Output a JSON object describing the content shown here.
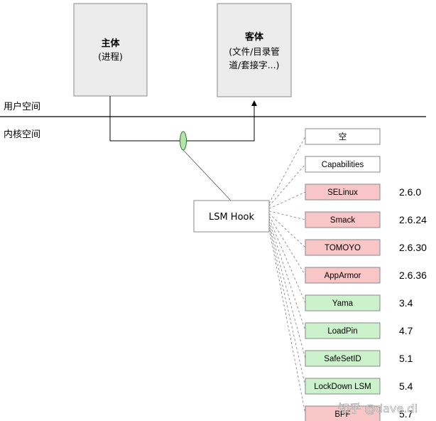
{
  "subject": {
    "title": "主体",
    "sub": "(进程)"
  },
  "object": {
    "title": "客体",
    "sub_lines": [
      "(文件/目录管",
      "道/套接字...)"
    ]
  },
  "regions": {
    "user": "用户空间",
    "kernel": "内核空间"
  },
  "hook": {
    "label": "LSM Hook"
  },
  "modules": [
    {
      "name": "空",
      "status": "none",
      "version": ""
    },
    {
      "name": "Capabilities",
      "status": "none",
      "version": ""
    },
    {
      "name": "SELinux",
      "status": "major",
      "version": "2.6.0"
    },
    {
      "name": "Smack",
      "status": "major",
      "version": "2.6.24"
    },
    {
      "name": "TOMOYO",
      "status": "major",
      "version": "2.6.30"
    },
    {
      "name": "AppArmor",
      "status": "major",
      "version": "2.6.36"
    },
    {
      "name": "Yama",
      "status": "minor",
      "version": "3.4"
    },
    {
      "name": "LoadPin",
      "status": "minor",
      "version": "4.7"
    },
    {
      "name": "SafeSetID",
      "status": "minor",
      "version": "5.1"
    },
    {
      "name": "LockDown LSM",
      "status": "minor",
      "version": "5.4"
    },
    {
      "name": "BPF",
      "status": "major",
      "version": "5.7"
    }
  ],
  "colors": {
    "none": "#ffffff",
    "major": "#f8c6c6",
    "minor": "#ccf2cc",
    "box": "#ececec",
    "hook_oval": "#b6e3a8"
  },
  "watermark": "知乎 @dave.di"
}
